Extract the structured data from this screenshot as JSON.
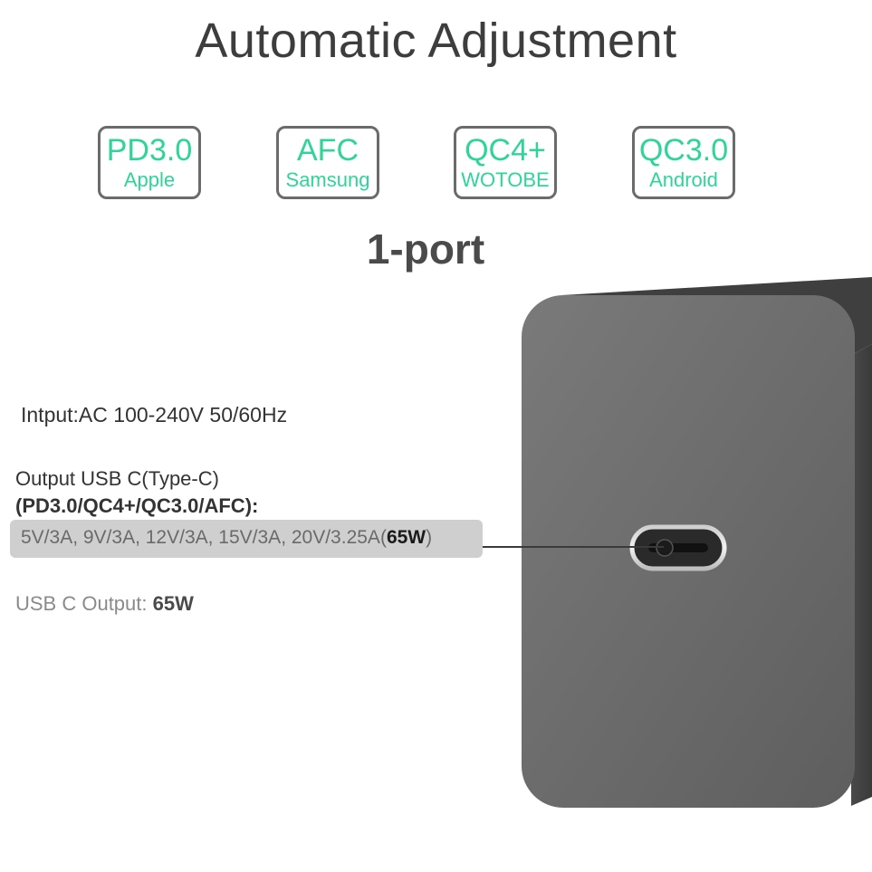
{
  "title": "Automatic Adjustment",
  "badges": [
    {
      "main": "PD3.0",
      "sub": "Apple"
    },
    {
      "main": "AFC",
      "sub": "Samsung"
    },
    {
      "main": "QC4+",
      "sub": "WOTOBE"
    },
    {
      "main": "QC3.0",
      "sub": "Android"
    }
  ],
  "port_label": "1-port",
  "input": "Intput:AC 100-240V 50/60Hz",
  "output": {
    "line1": "Output USB C(Type-C)",
    "line2": "(PD3.0/QC4+/QC3.0/AFC):",
    "specs_prefix": "5V/3A, 9V/3A, 12V/3A, 15V/3A, 20V/3.25A(",
    "specs_watt": "65W",
    "specs_suffix": ")"
  },
  "usb_output": {
    "label": "USB C Output: ",
    "value": "65W"
  },
  "colors": {
    "accent": "#2fd598",
    "device": "#6f6f6f"
  }
}
